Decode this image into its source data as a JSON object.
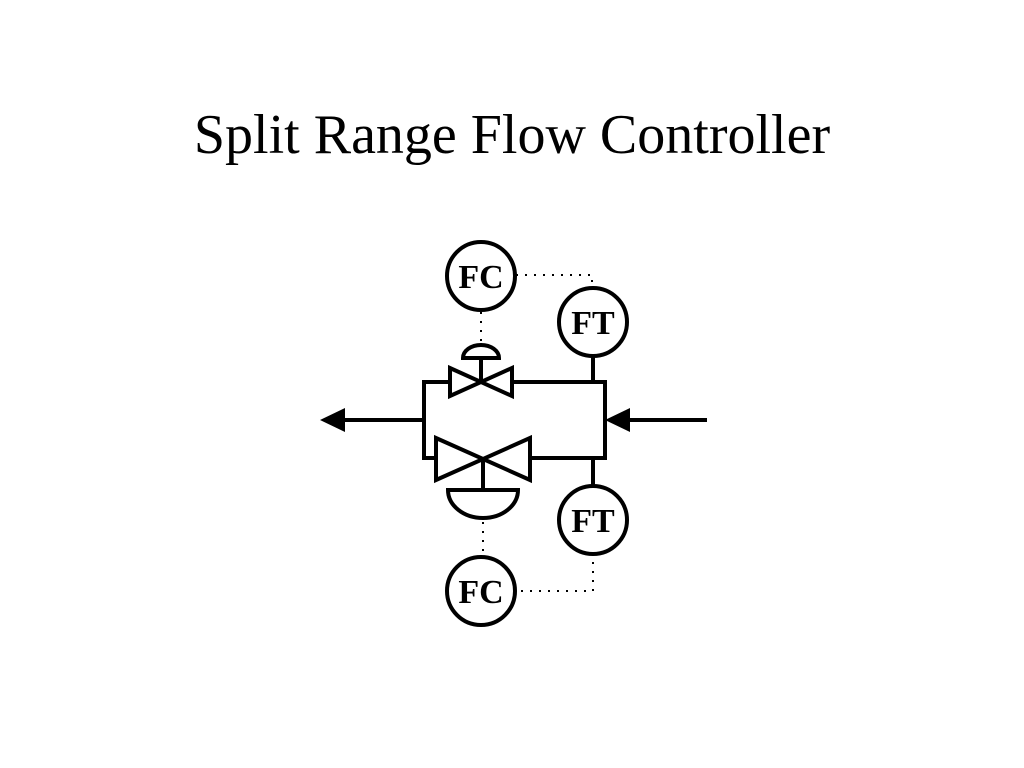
{
  "slide": {
    "title": "Split Range Flow Controller"
  },
  "diagram": {
    "instruments": {
      "fc_top": "FC",
      "ft_top": "FT",
      "ft_bottom": "FT",
      "fc_bottom": "FC"
    },
    "line_color": "#000000",
    "background_color": "#ffffff"
  }
}
